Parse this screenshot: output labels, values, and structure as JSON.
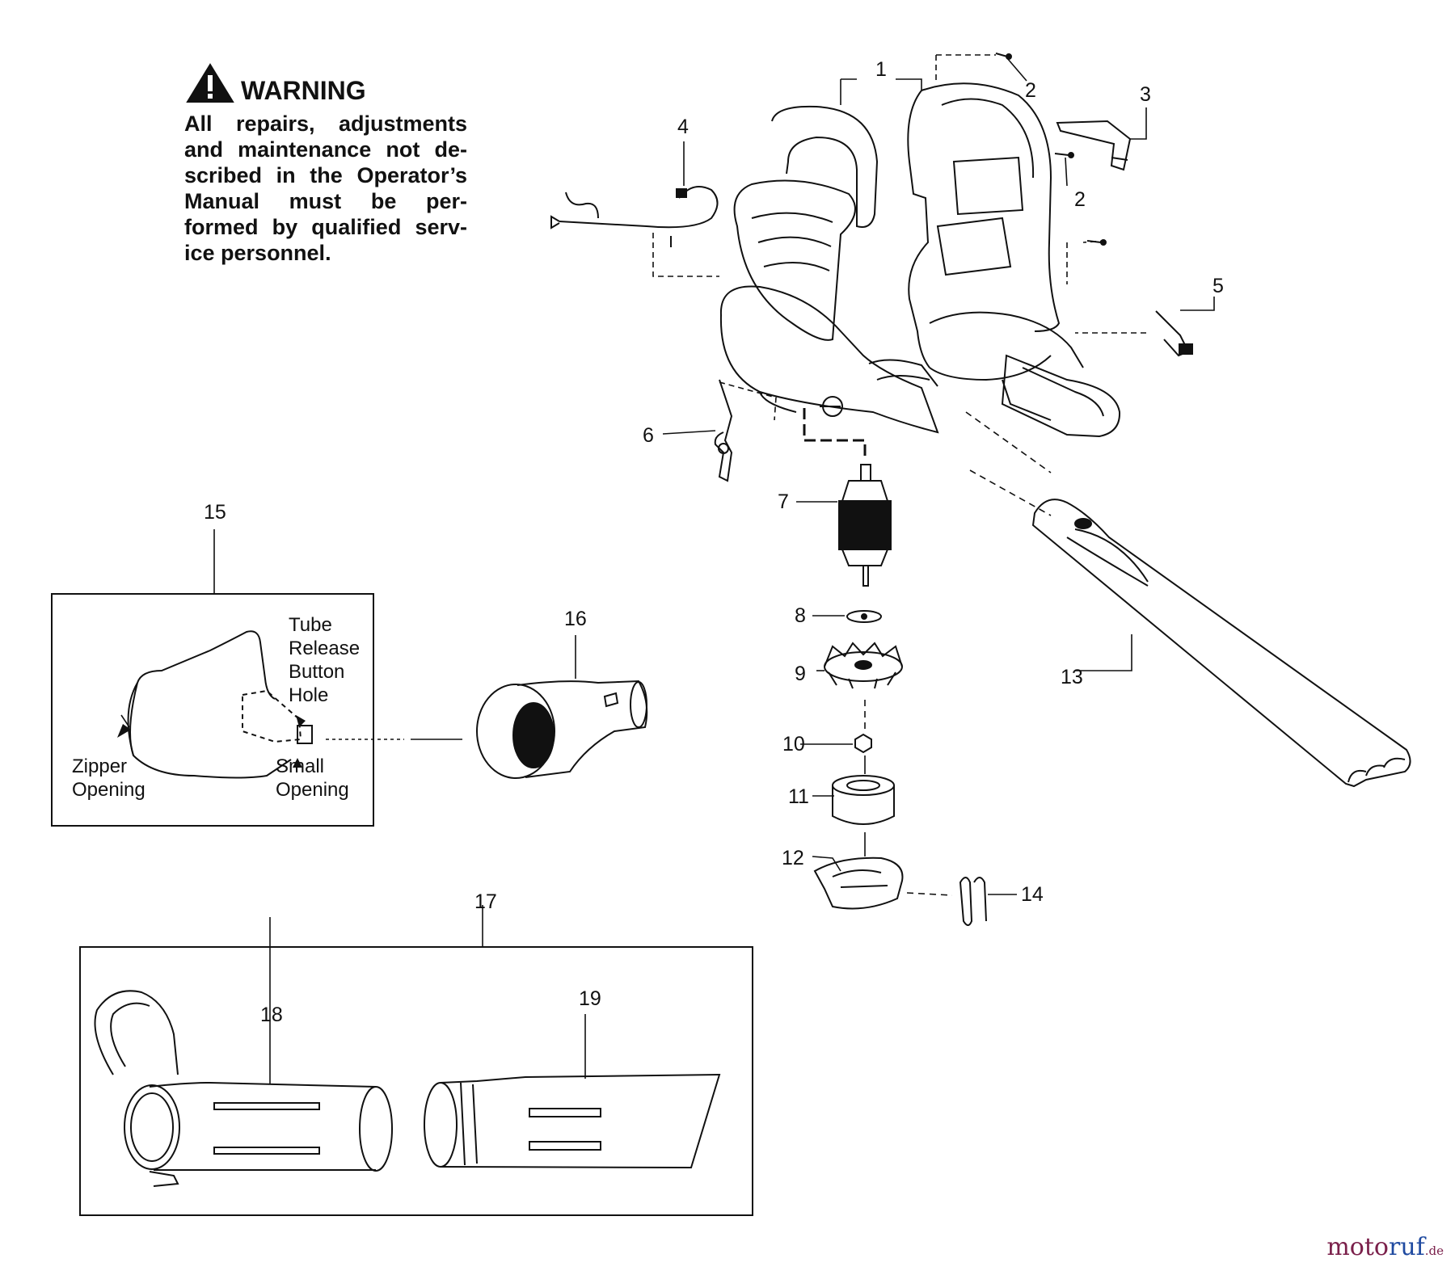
{
  "warning": {
    "title": "WARNING",
    "lines": [
      "All repairs, adjustments",
      "and maintenance not de-",
      "scribed in the Operator’s",
      "Manual must be per-",
      "formed by qualified serv-",
      "ice personnel."
    ]
  },
  "part_numbers": [
    "1",
    "2",
    "2",
    "3",
    "4",
    "5",
    "6",
    "7",
    "8",
    "9",
    "10",
    "11",
    "12",
    "13",
    "14",
    "15",
    "16",
    "17",
    "18",
    "19"
  ],
  "bag_callouts": {
    "tube_release": [
      "Tube",
      "Release",
      "Button",
      "Hole"
    ],
    "zipper": [
      "Zipper",
      "Opening"
    ],
    "small": [
      "Small",
      "Opening"
    ]
  },
  "watermark": {
    "part1": "moto",
    "part2": "ruf",
    "part3": ".de"
  },
  "icons": [
    "warning-triangle-icon"
  ]
}
